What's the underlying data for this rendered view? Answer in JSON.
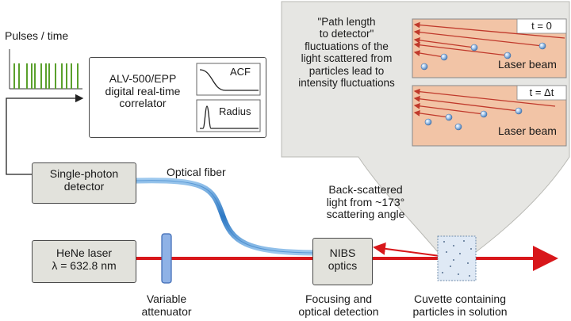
{
  "pulses_label": "Pulses / time",
  "correlator": {
    "line1": "ALV-500/EPP",
    "line2": "digital real-time",
    "line3": "correlator",
    "acf_label": "ACF",
    "radius_label": "Radius"
  },
  "detector": {
    "line1": "Single-photon",
    "line2": "detector"
  },
  "optical_fiber_label": "Optical fiber",
  "laser": {
    "line1": "HeNe laser",
    "line2": "λ = 632.8 nm"
  },
  "attenuator": {
    "line1": "Variable",
    "line2": "attenuator"
  },
  "nibs": {
    "line1": "NIBS",
    "line2": "optics"
  },
  "focusing": {
    "line1": "Focusing and",
    "line2": "optical detection"
  },
  "backscatter": {
    "line1": "Back-scattered",
    "line2": "light from ~173°",
    "line3": "scattering angle"
  },
  "cuvette": {
    "line1": "Cuvette containing",
    "line2": "particles in solution"
  },
  "inset": {
    "quote_line1": "\"Path length",
    "quote_line2": "to detector\"",
    "quote_line3": "fluctuations of the",
    "quote_line4": "light scattered from",
    "quote_line5": "particles lead to",
    "quote_line6": "intensity fluctuations",
    "t0_label": "t = 0",
    "t1_label": "t = Δt",
    "laser_beam_label_1": "Laser beam",
    "laser_beam_label_2": "Laser beam"
  },
  "colors": {
    "laser_red": "#d8171b",
    "fiber_blue": "#5b9bd5",
    "box_fill": "#e2e2dc",
    "panel_fill": "#f2c4a6",
    "inset_bg": "#e6e6e3",
    "pulse_green": "#5aa02c"
  }
}
